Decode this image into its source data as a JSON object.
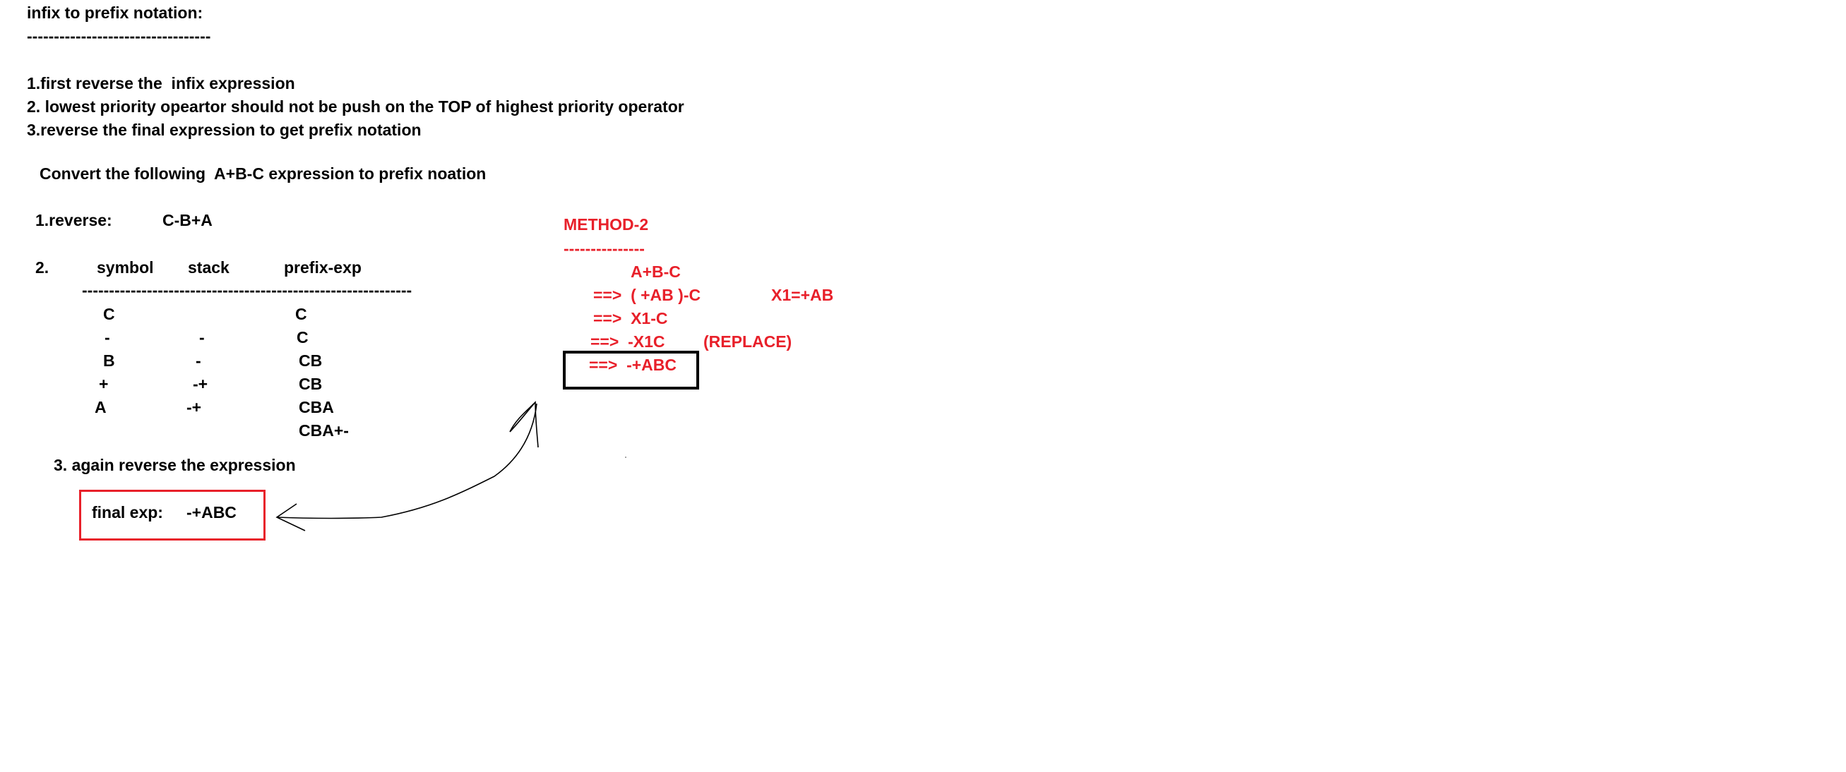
{
  "heading": {
    "title": "infix to prefix notation:",
    "underline": "----------------------------------"
  },
  "rules": [
    "1.first reverse the  infix expression",
    "2. lowest priority opeartor should not be push on the TOP of highest priority operator",
    "3.reverse the final expression to get prefix notation"
  ],
  "task": "Convert the following  A+B-C expression to prefix noation",
  "step1": {
    "label": "1.reverse:",
    "value": "C-B+A"
  },
  "step2": {
    "label": "2.",
    "columns": [
      "symbol",
      "stack",
      "prefix-exp"
    ],
    "separator": "-------------------------------------------------------------",
    "rows": [
      {
        "symbol": "C",
        "stack": "",
        "prefix": "C"
      },
      {
        "symbol": "-",
        "stack": "-",
        "prefix": "C"
      },
      {
        "symbol": "B",
        "stack": "-",
        "prefix": "CB"
      },
      {
        "symbol": "+",
        "stack": "-+",
        "prefix": "CB"
      },
      {
        "symbol": "A",
        "stack": "-+",
        "prefix": "CBA"
      },
      {
        "symbol": "",
        "stack": "",
        "prefix": "CBA+-"
      }
    ]
  },
  "step3": {
    "label": "3. again reverse the expression",
    "final_label": "final exp:",
    "final_value": "-+ABC"
  },
  "method2": {
    "title": "METHOD-2",
    "underline": "---------------",
    "expr": "A+B-C",
    "line1": "==>  ( +AB )-C",
    "note1": "X1=+AB",
    "line2": "==>  X1-C",
    "line3": "==>  -X1C",
    "note3": "(REPLACE)",
    "line4": "==>  -+ABC"
  },
  "colors": {
    "text": "#000000",
    "accent_red": "#e8202a",
    "box_black": "#000000"
  }
}
